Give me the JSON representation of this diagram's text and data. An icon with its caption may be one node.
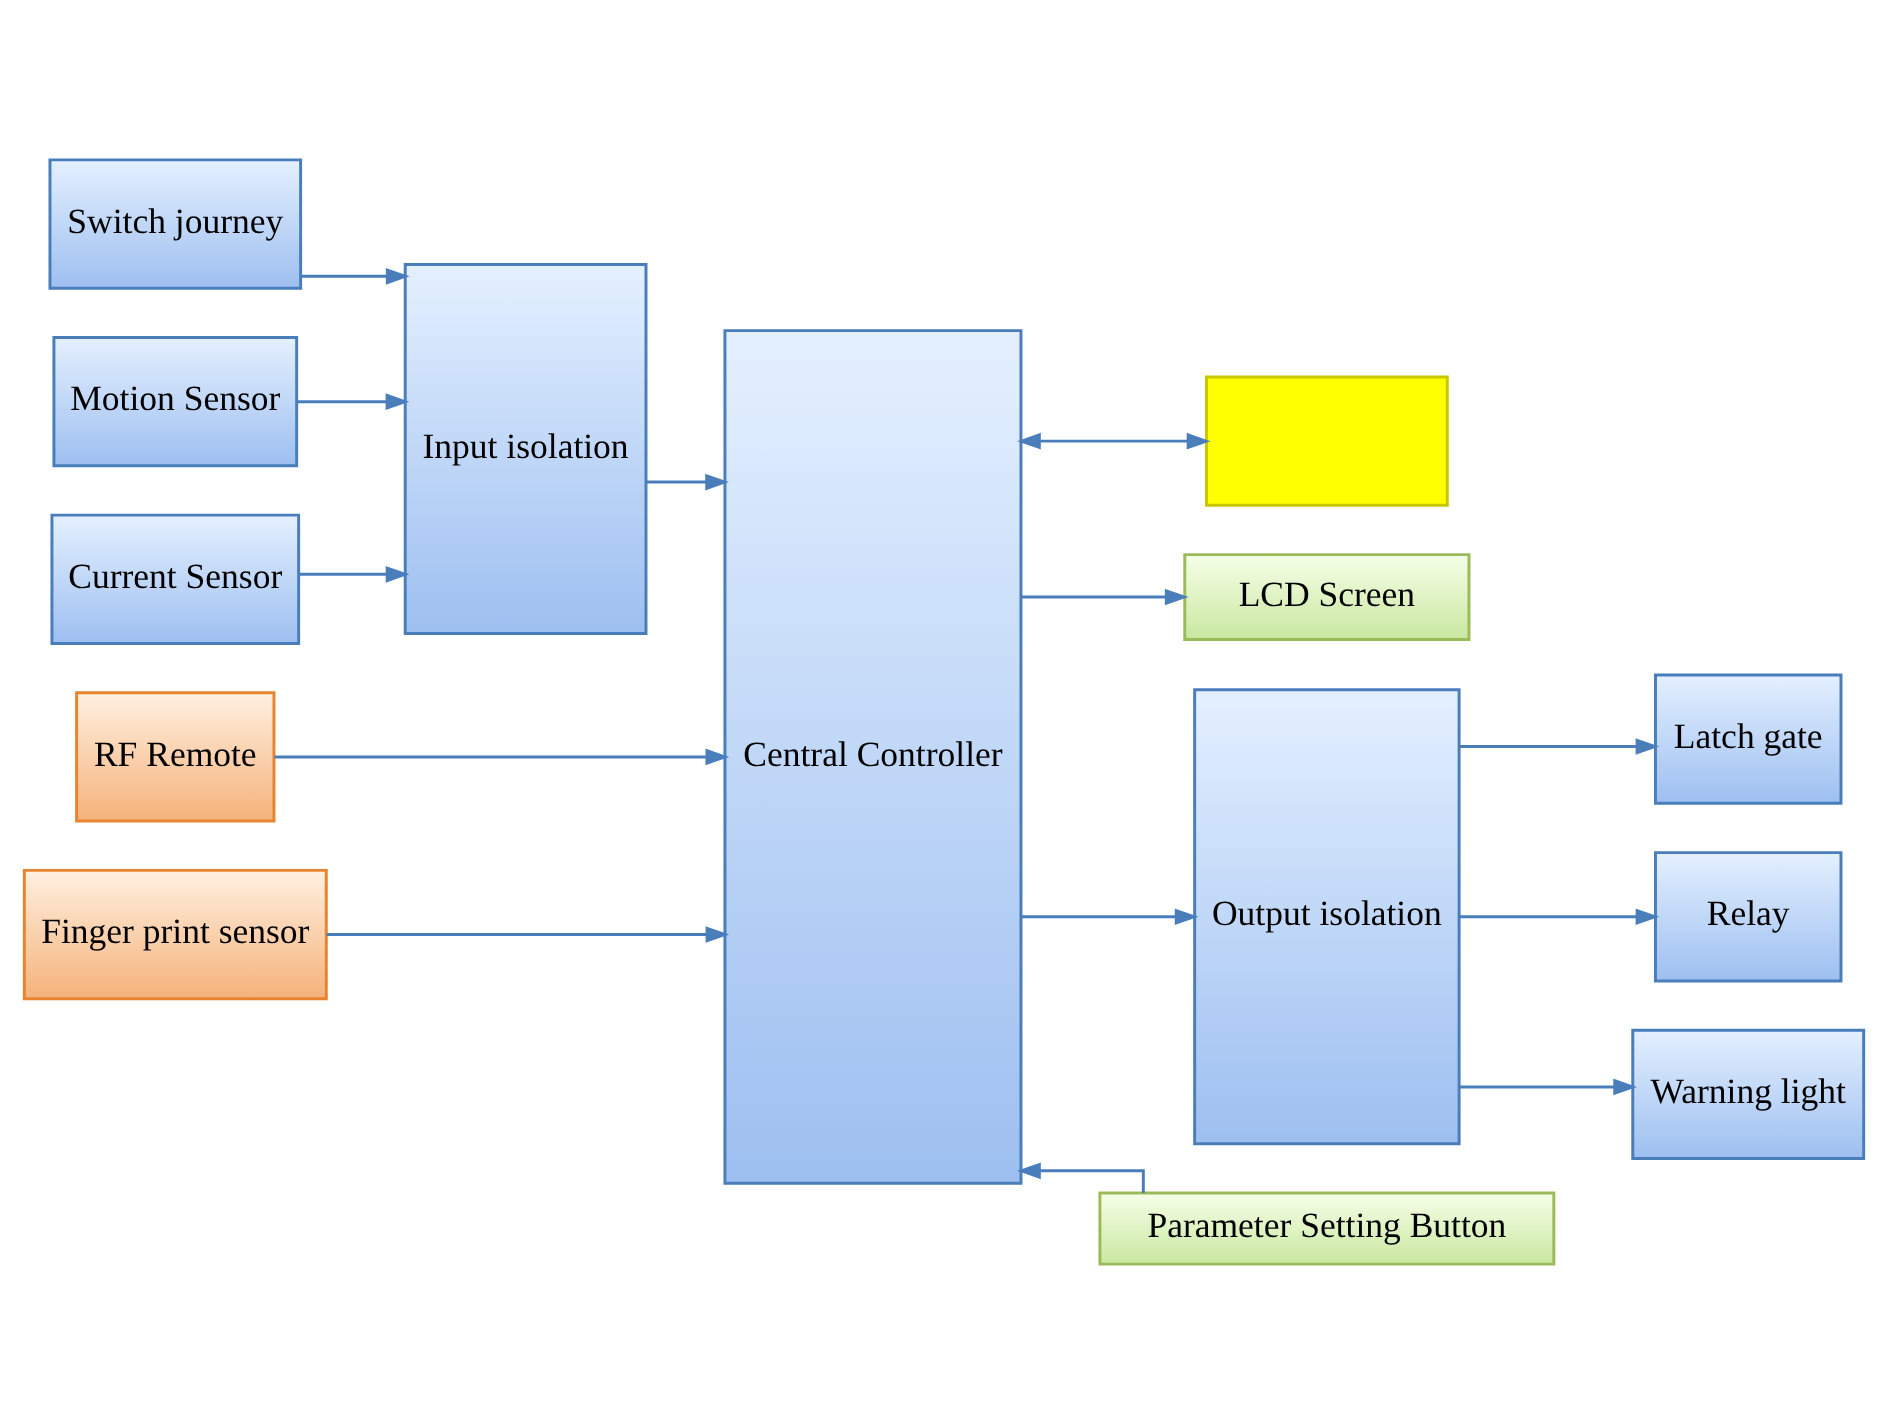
{
  "diagram": {
    "nodes": [
      {
        "text": [
          "Switch journey"
        ]
      },
      {
        "text": [
          "Motion Sensor"
        ]
      },
      {
        "text": [
          "Current Sensor"
        ]
      },
      {
        "text": [
          "Input isolation"
        ]
      },
      {
        "text": [
          "RF Remote"
        ]
      },
      {
        "text": [
          "Finger print sensor"
        ]
      },
      {
        "text": [
          "Central Controller"
        ]
      },
      {
        "text": [],
        "shape": "box"
      },
      {
        "text": [
          "LCD Screen"
        ]
      },
      {
        "text": [
          "Output isolation"
        ]
      },
      {
        "text": [
          "Latch gate"
        ]
      },
      {
        "text": [
          "Relay"
        ]
      },
      {
        "text": [
          "Warning light"
        ]
      },
      {
        "text": [
          "Parameter Setting Button"
        ]
      }
    ],
    "edges": [
      {
        "from": 0,
        "to": 3,
        "arrow": "to"
      },
      {
        "from": 1,
        "to": 3,
        "arrow": "to"
      },
      {
        "from": 2,
        "to": 3,
        "arrow": "to"
      },
      {
        "from": 3,
        "to": 6,
        "arrow": "to"
      },
      {
        "from": 4,
        "to": 6,
        "arrow": "to"
      },
      {
        "from": 5,
        "to": 6,
        "arrow": "to"
      },
      {
        "from": 6,
        "to": 7,
        "arrow": "both"
      },
      {
        "from": 6,
        "to": 8,
        "arrow": "to"
      },
      {
        "from": 6,
        "to": 9,
        "arrow": "to"
      },
      {
        "from": 9,
        "to": 10,
        "arrow": "to"
      },
      {
        "from": 9,
        "to": 11,
        "arrow": "to"
      },
      {
        "from": 9,
        "to": 12,
        "arrow": "to"
      },
      {
        "from": 13,
        "to": 6,
        "arrow": "to"
      }
    ]
  }
}
